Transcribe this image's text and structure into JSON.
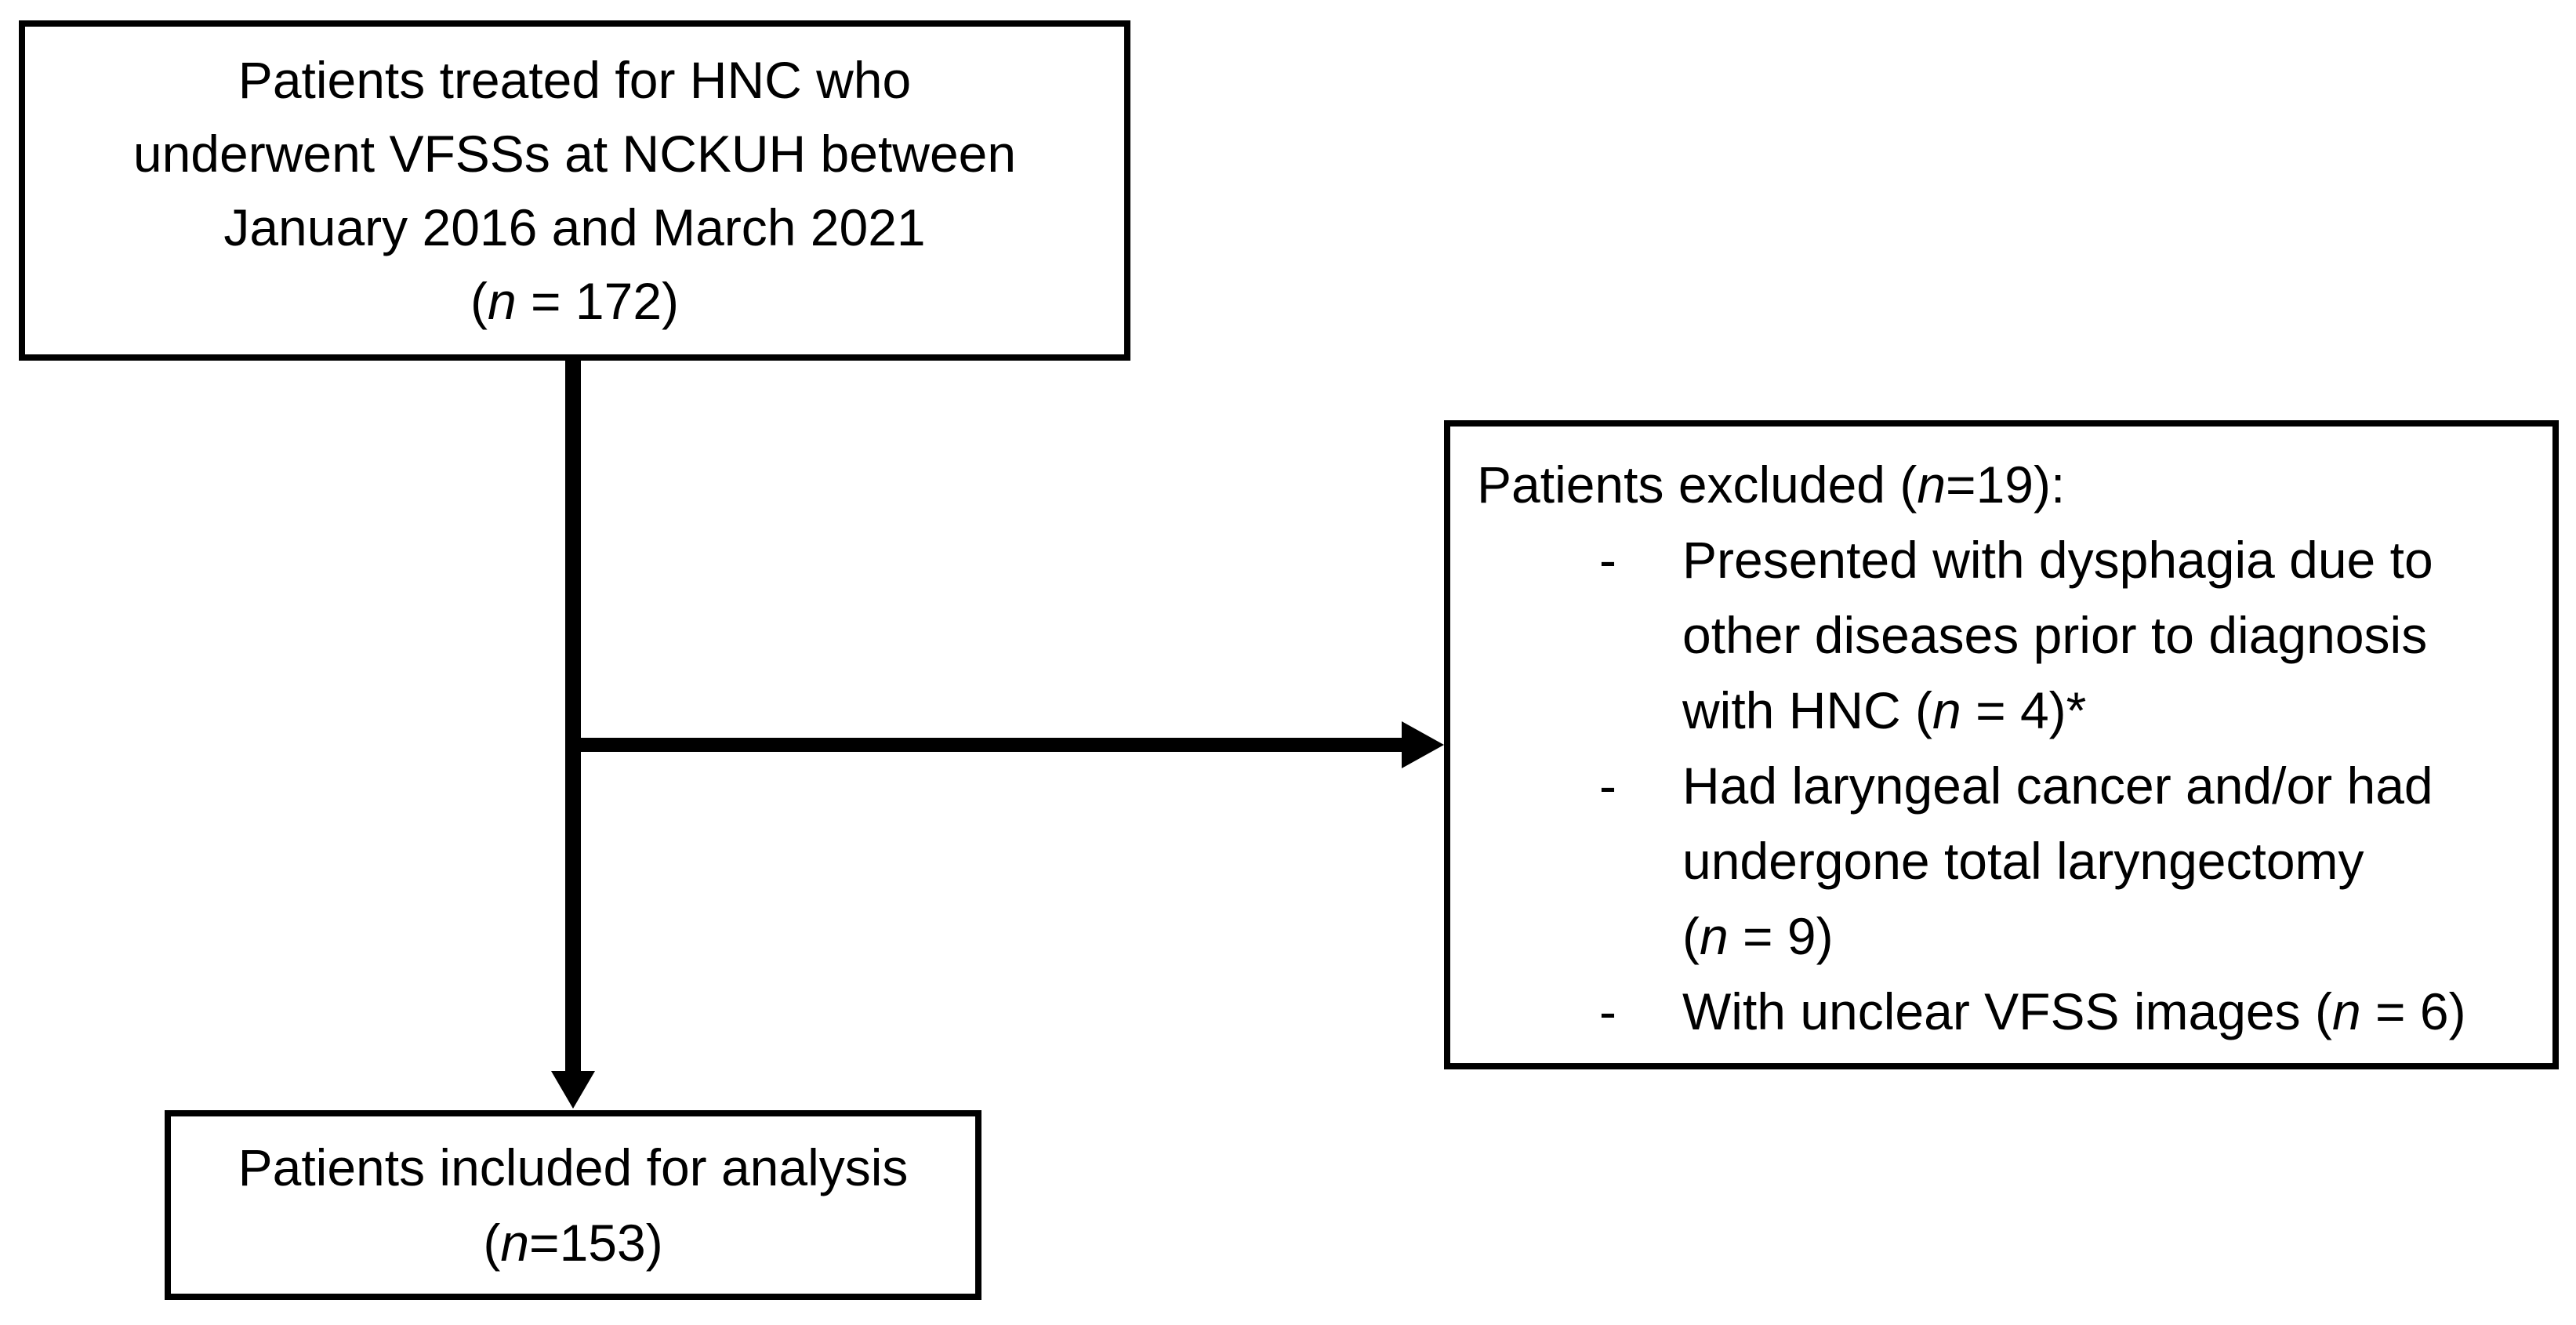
{
  "top_box": {
    "line1": "Patients treated for HNC who",
    "line2": "underwent VFSSs at NCKUH between",
    "line3": "January 2016 and March 2021",
    "count_open": "(",
    "count_n": "n",
    "count_rest": " = 172)"
  },
  "excluded_box": {
    "header_pre": "Patients excluded (",
    "header_n": "n",
    "header_post": "=19):",
    "items": [
      {
        "dash": "-",
        "line1": "Presented with dysphagia due to",
        "line2": "other diseases prior to diagnosis",
        "line3_pre": "with HNC (",
        "line3_n": "n",
        "line3_post": " = 4)*"
      },
      {
        "dash": "-",
        "line1": "Had laryngeal cancer and/or had",
        "line2": "undergone total laryngectomy",
        "line3_pre": "(",
        "line3_n": "n",
        "line3_post": " = 9)"
      },
      {
        "dash": "-",
        "line1_pre": "With unclear VFSS images (",
        "line1_n": "n",
        "line1_post": " = 6)"
      }
    ]
  },
  "bottom_box": {
    "line1": "Patients included for analysis",
    "count_open": "(",
    "count_n": "n",
    "count_rest": "=153)"
  },
  "colors": {
    "stroke": "#000000",
    "background": "#ffffff"
  }
}
